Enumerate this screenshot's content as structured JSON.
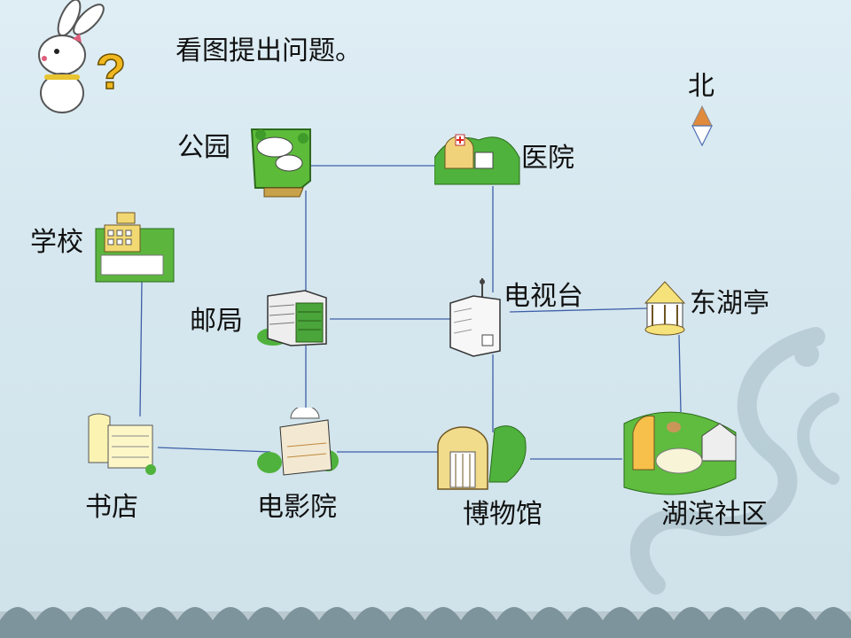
{
  "title": "看图提出问题。",
  "north_label": "北",
  "places": {
    "park": "公园",
    "hospital": "医院",
    "school": "学校",
    "post_office": "邮局",
    "tv_station": "电视台",
    "pavilion": "东湖亭",
    "bookstore": "书店",
    "cinema": "电影院",
    "museum": "博物馆",
    "community": "湖滨社区"
  },
  "icons": {
    "mascot": "rabbit-question-icon",
    "compass": "north-arrow-icon"
  },
  "colors": {
    "road": "#3d5fa8",
    "grass": "#6cc24a",
    "background": "#d8e9f0",
    "compass_top": "#e08a3c"
  }
}
